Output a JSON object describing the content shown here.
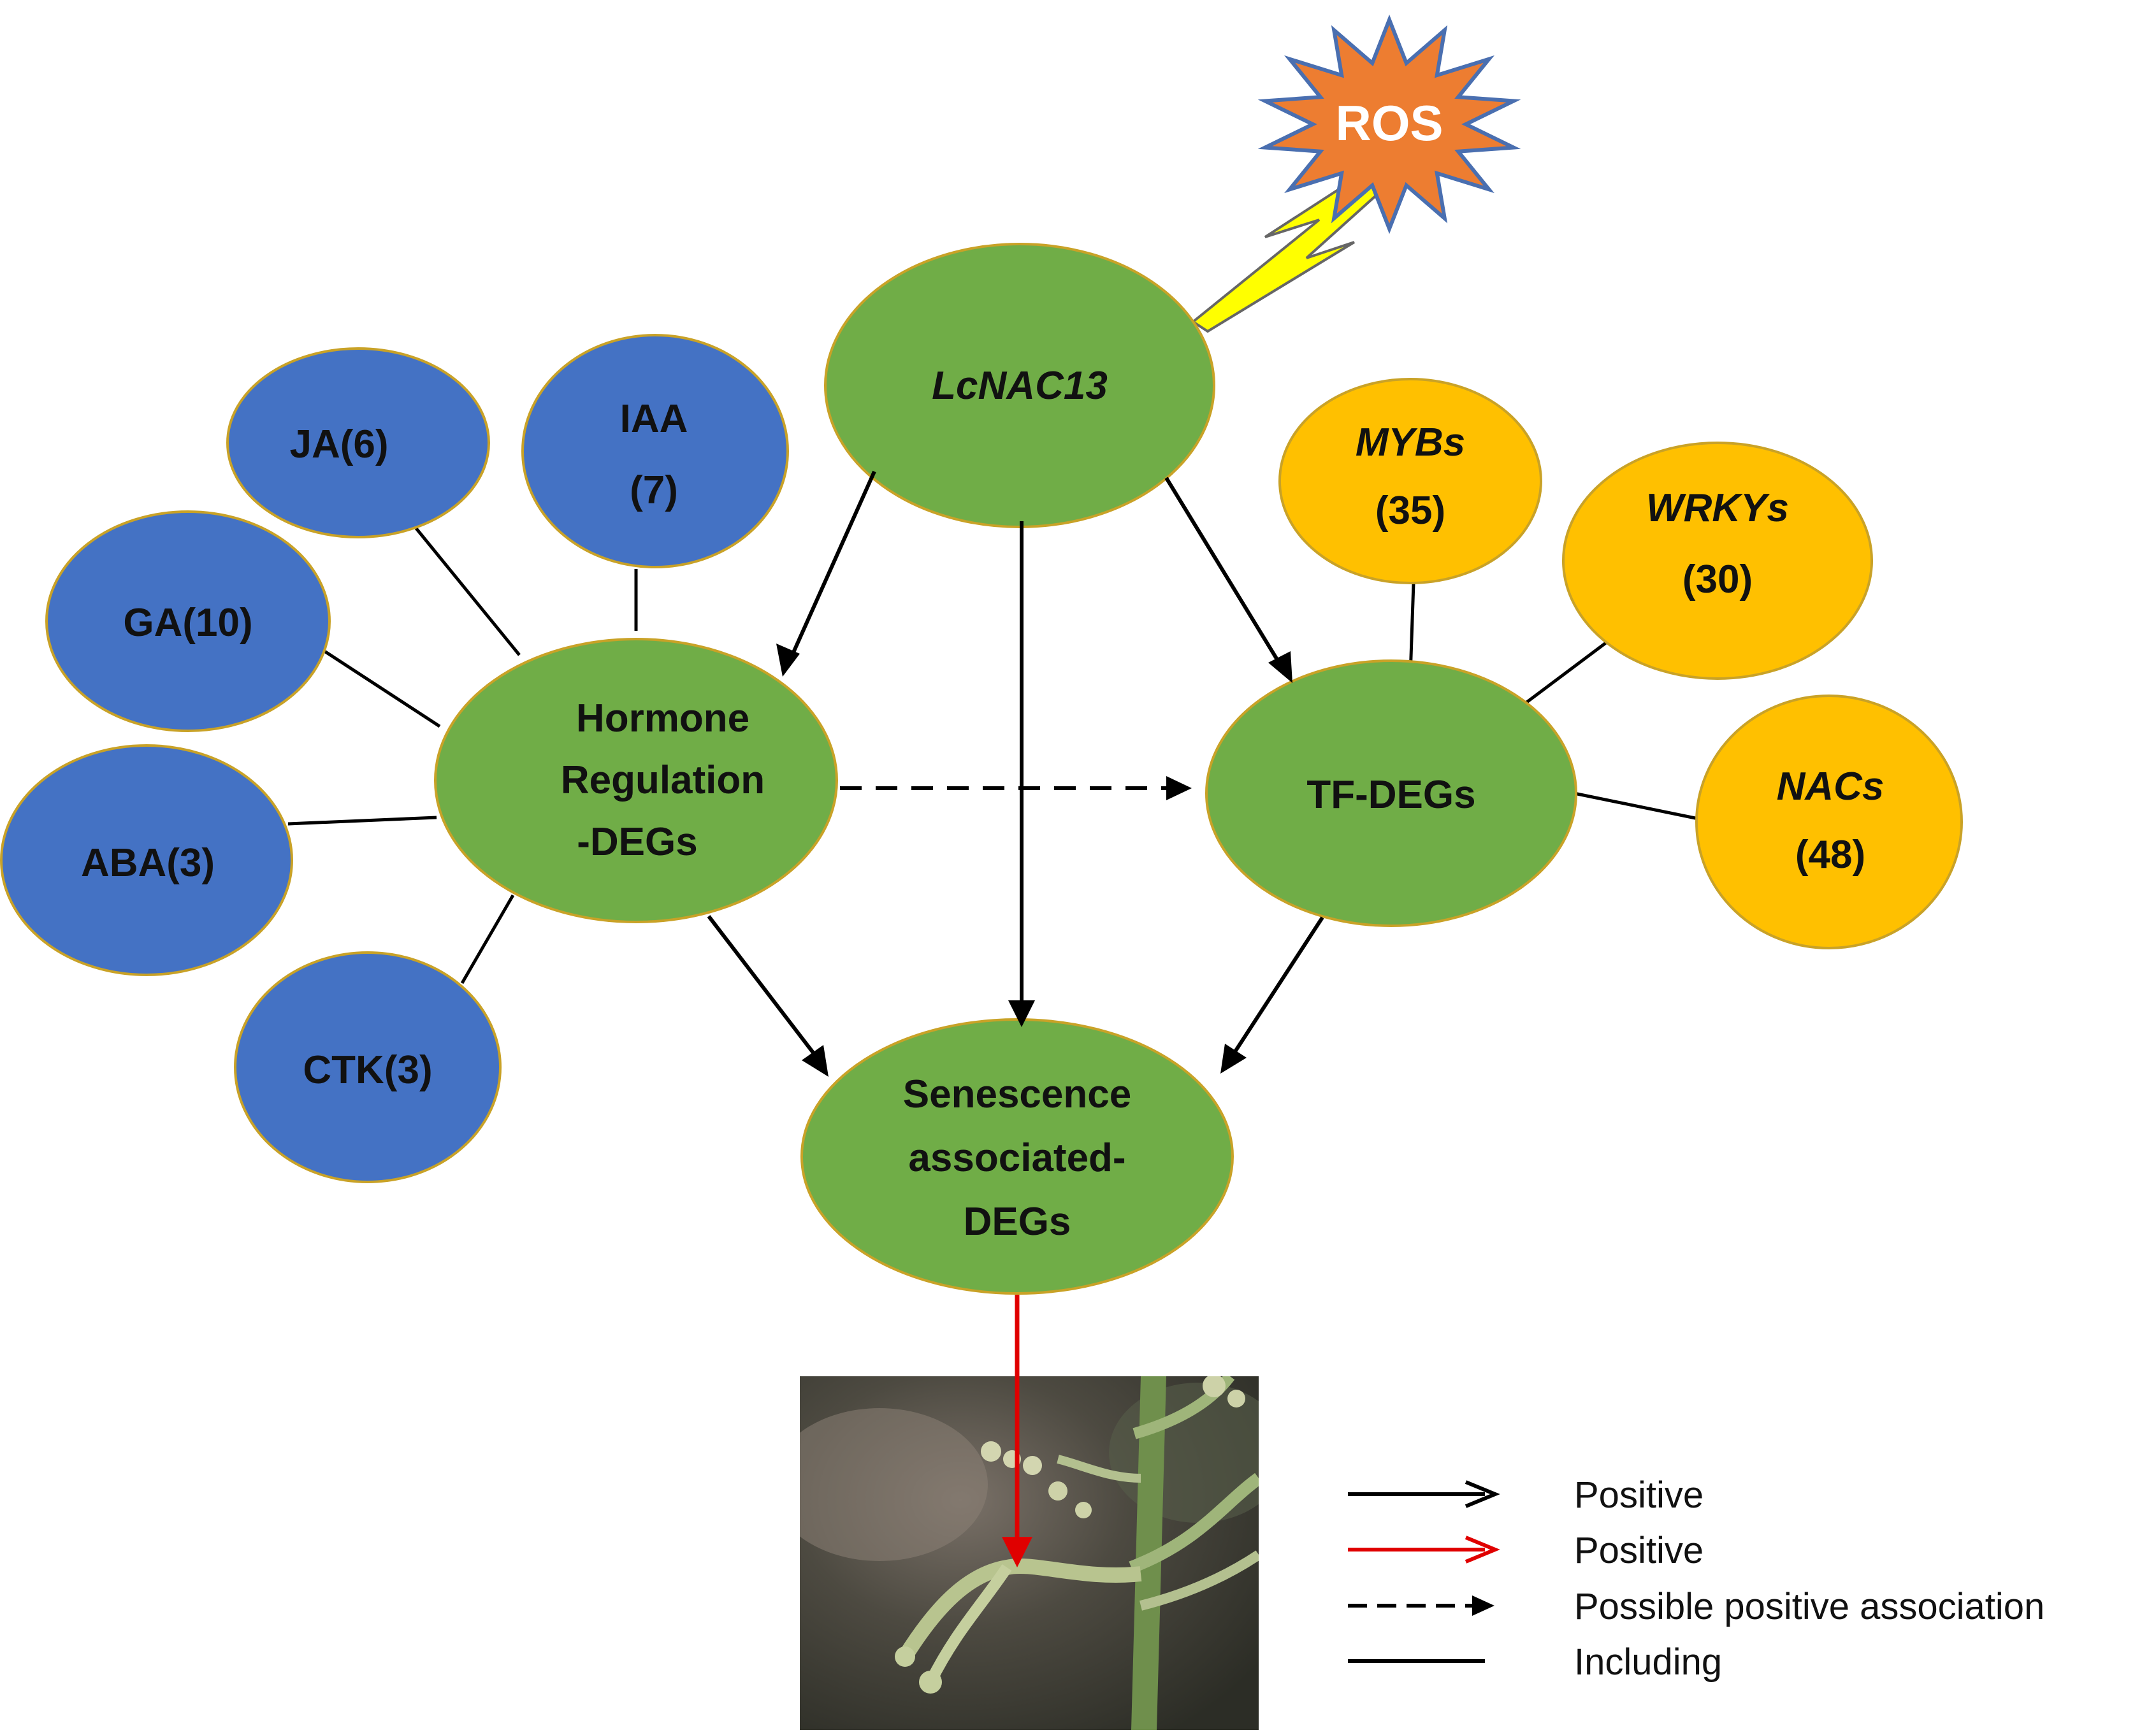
{
  "nodes": {
    "lcnac13": {
      "label": "LcNAC13",
      "color": "#70ad47"
    },
    "hormone": {
      "lines": [
        "Hormone",
        "Regulation",
        "-DEGs"
      ],
      "color": "#70ad47"
    },
    "tf": {
      "label": "TF-DEGs",
      "color": "#70ad47"
    },
    "senescence": {
      "lines": [
        "Senescence",
        "associated-",
        "DEGs"
      ],
      "color": "#70ad47"
    },
    "ja": {
      "label": "JA(6)",
      "color": "#4472c4"
    },
    "iaa": {
      "lines": [
        "IAA",
        "(7)"
      ],
      "color": "#4472c4"
    },
    "ga": {
      "label": "GA(10)",
      "color": "#4472c4"
    },
    "aba": {
      "label": "ABA(3)",
      "color": "#4472c4"
    },
    "ctk": {
      "label": "CTK(3)",
      "color": "#4472c4"
    },
    "mybs": {
      "name": "MYBs",
      "count": "(35)",
      "color": "#ffc000"
    },
    "wrkys": {
      "name": "WRKYs",
      "count": "(30)",
      "color": "#ffc000"
    },
    "nacs": {
      "name": "NACs",
      "count": "(48)",
      "color": "#ffc000"
    }
  },
  "ros": {
    "label": "ROS",
    "color": "#ed7d31",
    "bolt_color": "#ffff00"
  },
  "legend": {
    "items": [
      {
        "label": "Positive",
        "style": "arrow",
        "color": "#000000"
      },
      {
        "label": "Positive",
        "style": "arrow",
        "color": "#e00000"
      },
      {
        "label": "Possible positive association",
        "style": "dashed-arrow",
        "color": "#000000"
      },
      {
        "label": "Including",
        "style": "line",
        "color": "#000000"
      }
    ]
  },
  "colors": {
    "node_border": "#c9a227",
    "arrow": "#000000",
    "red_arrow": "#e00000"
  }
}
